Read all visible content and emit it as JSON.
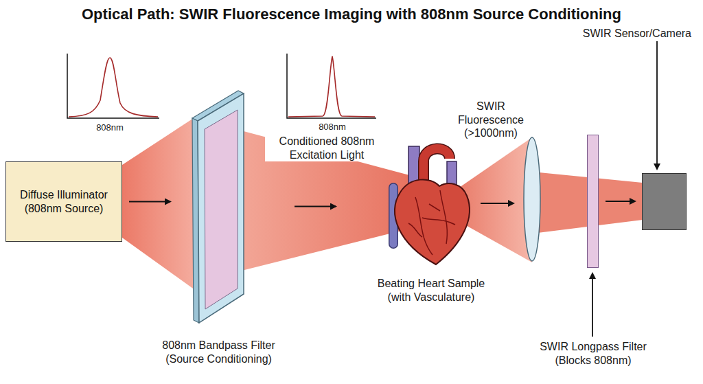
{
  "diagram": {
    "title": "Optical Path: SWIR Fluorescence Imaging with 808nm Source Conditioning",
    "nodes": [
      {
        "text": [
          "Diffuse Illuminator (808nm Source)"
        ]
      },
      {
        "text": [
          "808nm Bandpass Filter (Source Conditioning)"
        ]
      },
      {
        "text": [
          "Beating Heart Sample (with Vasculature)"
        ]
      },
      {
        "text": [
          "SWIR Longpass Filter (Blocks 808nm)"
        ]
      },
      {
        "text": [
          "SWIR Sensor/Camera"
        ]
      }
    ],
    "edges": [
      {
        "from": 0,
        "to": 1,
        "arrow": "to"
      },
      {
        "from": 1,
        "to": 2,
        "arrow": "to"
      },
      {
        "from": 3,
        "to": 4,
        "arrow": "to"
      }
    ],
    "labels": [
      "808nm",
      "808nm",
      "Conditioned 808nm Excitation Light",
      "SWIR Fluorescence (>1000nm)"
    ]
  }
}
